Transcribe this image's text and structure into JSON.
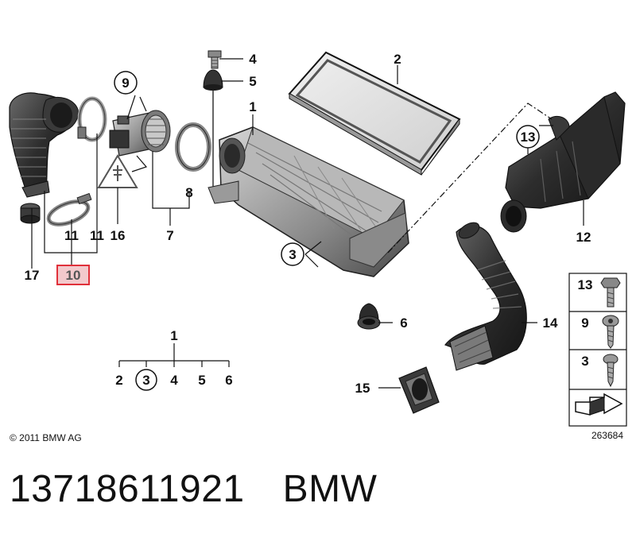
{
  "callouts": {
    "c1": "1",
    "c2": "2",
    "c3": "3",
    "c4": "4",
    "c5": "5",
    "c6": "6",
    "c7": "7",
    "c8": "8",
    "c9": "9",
    "c10": "10",
    "c11a": "11",
    "c11b": "11",
    "c12": "12",
    "c13": "13",
    "c14": "14",
    "c15": "15",
    "c16": "16",
    "c17": "17"
  },
  "tree": {
    "root": "1",
    "children": [
      "2",
      "3",
      "4",
      "5",
      "6"
    ]
  },
  "legend": {
    "items": [
      "13",
      "9",
      "3"
    ]
  },
  "copyright": "© 2011 BMW AG",
  "diagram_number": "263684",
  "footer": {
    "part_number": "13718611921",
    "brand": "BMW"
  },
  "colors": {
    "highlight": "#e0303a",
    "part_dark": "#2d2d2d",
    "part_mid": "#6a6a6a",
    "part_light": "#c8c8c8"
  }
}
